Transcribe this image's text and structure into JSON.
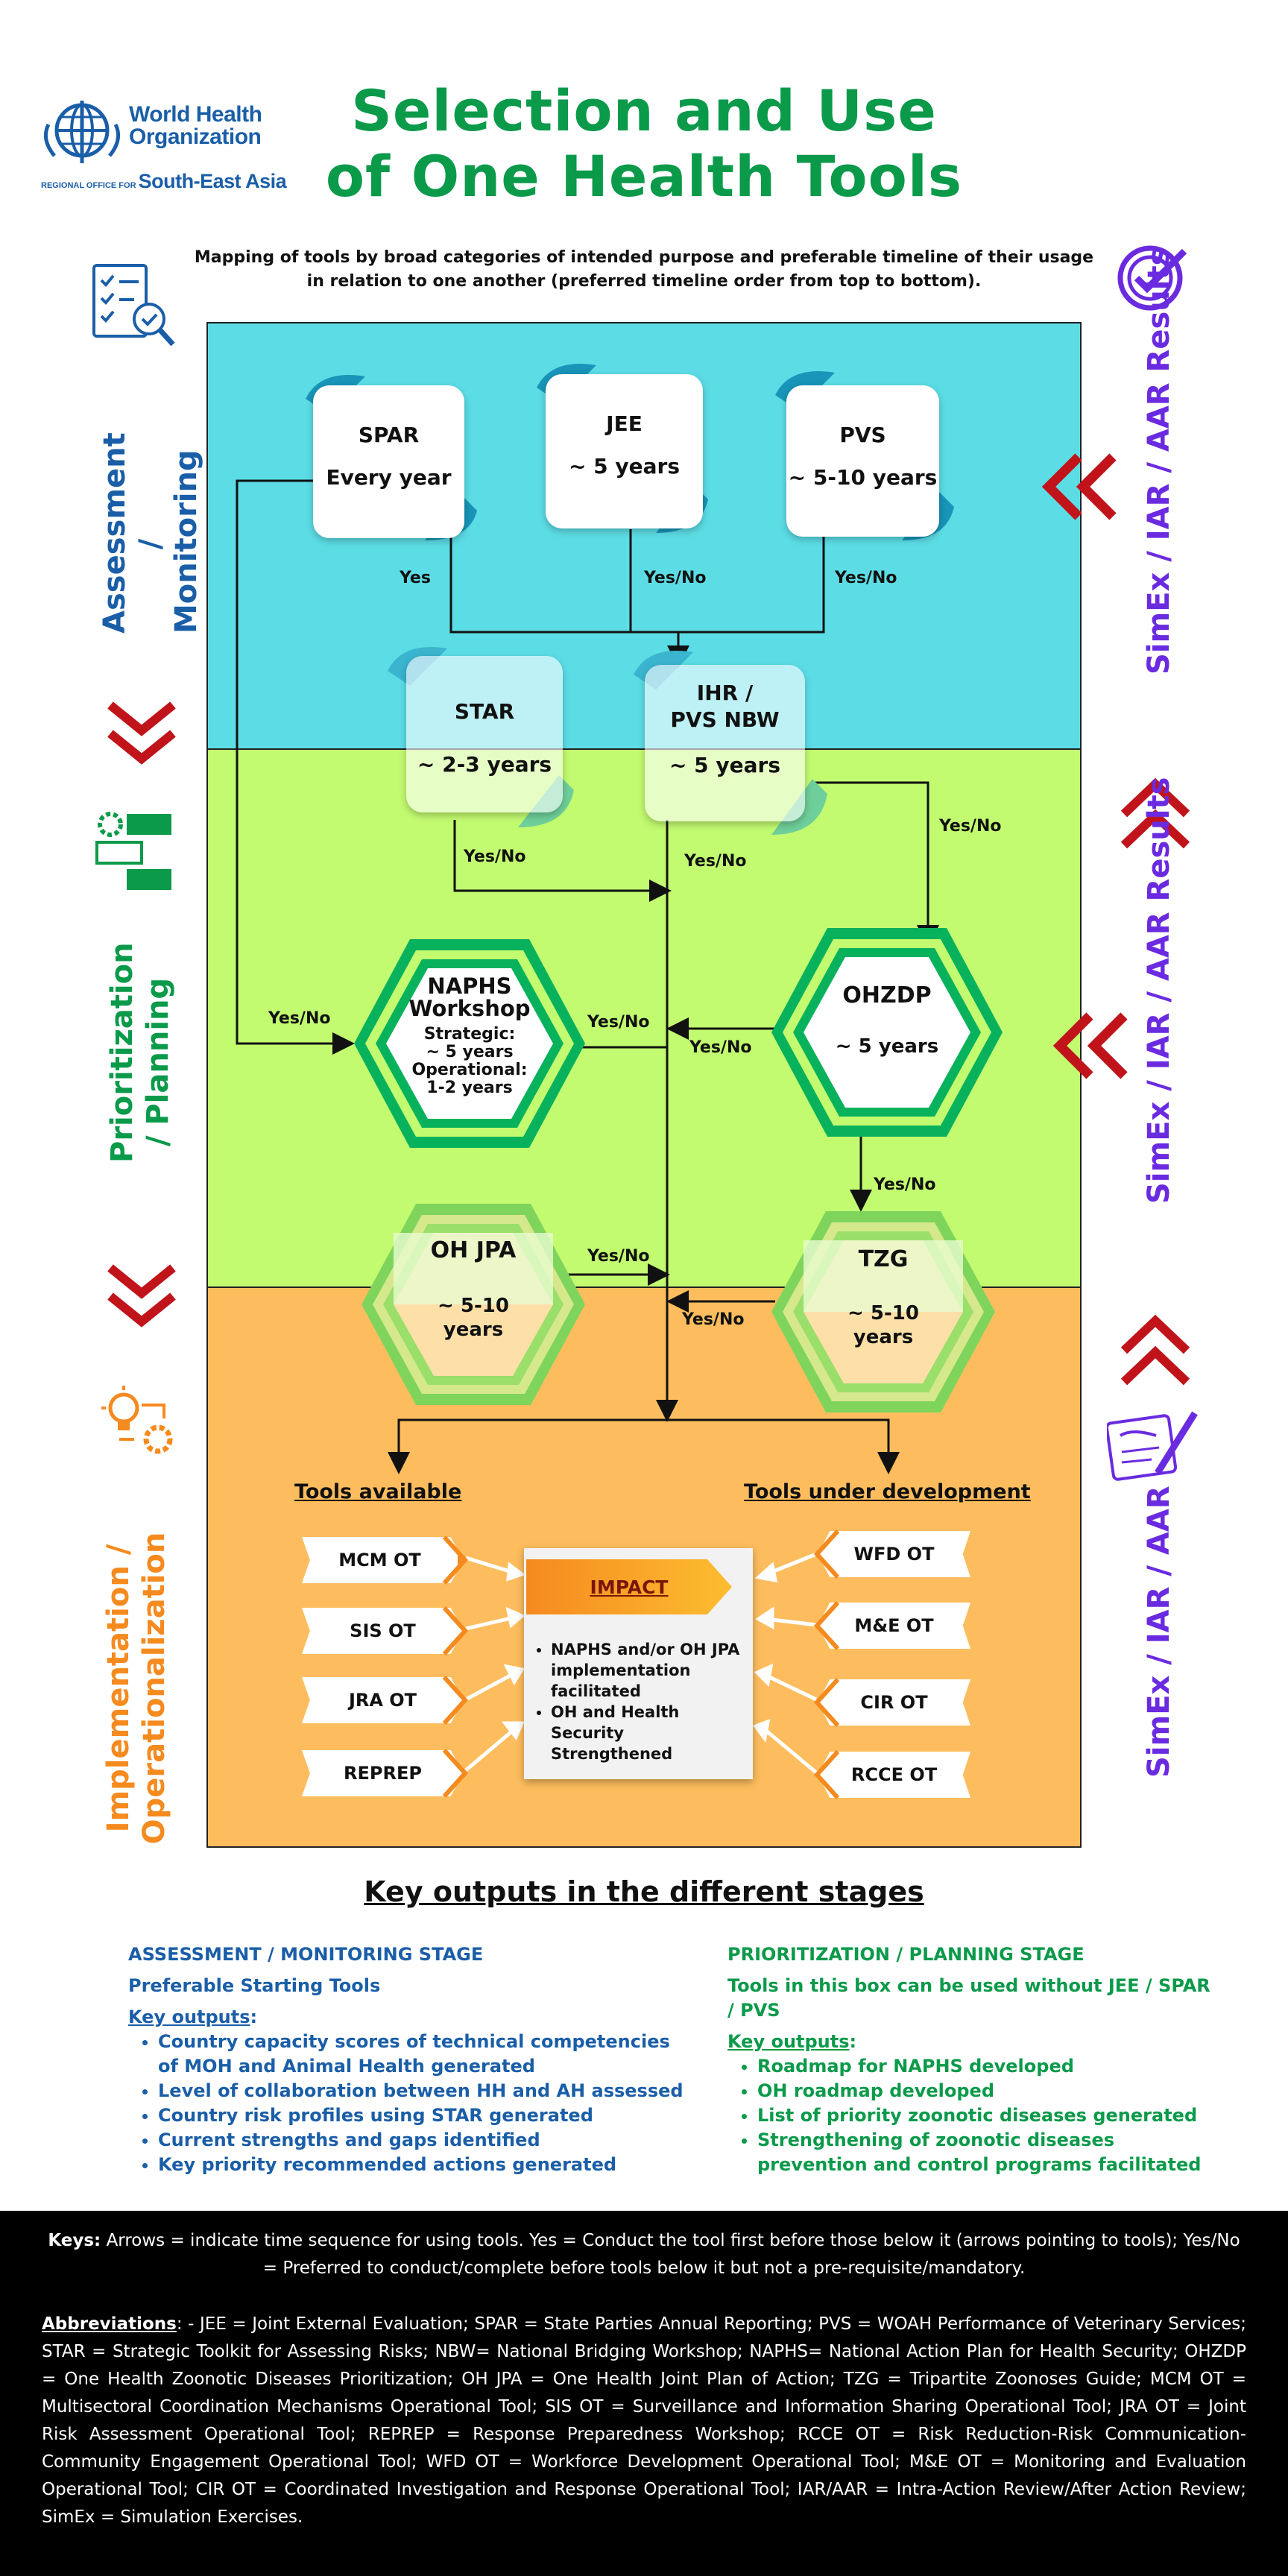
{
  "header": {
    "org_line1": "World Health",
    "org_line2": "Organization",
    "region_small": "REGIONAL OFFICE FOR",
    "region_big": "South-East Asia",
    "title_line1": "Selection and Use",
    "title_line2": "of One Health Tools",
    "subtitle": "Mapping of tools by broad categories of intended purpose and preferable timeline of their usage in relation to one another (preferred timeline order from top to bottom)."
  },
  "stages": {
    "assessment": "Assessment / Monitoring",
    "prioritization": "Prioritization / Planning",
    "implementation": "Implementation / Operationalization"
  },
  "side_labels": {
    "right_top": "SimEx / IAR / AAR Results",
    "right_mid": "SimEx / IAR / AAR Results",
    "right_bottom": "SimEx / IAR / AAR"
  },
  "tools": {
    "spar": {
      "name": "SPAR",
      "time": "Every year"
    },
    "jee": {
      "name": "JEE",
      "time": "~ 5 years"
    },
    "pvs": {
      "name": "PVS",
      "time": "~ 5-10 years"
    },
    "star": {
      "name": "STAR",
      "time": "~ 2-3 years"
    },
    "ihr": {
      "name1": "IHR /",
      "name2": "PVS NBW",
      "time": "~ 5 years"
    },
    "naphs": {
      "name1": "NAPHS",
      "name2": "Workshop",
      "t1": "Strategic:",
      "t2": "~ 5 years",
      "t3": "Operational:",
      "t4": "1-2 years"
    },
    "ohzdp": {
      "name": "OHZDP",
      "time": "~ 5 years"
    },
    "ohjpa": {
      "name": "OH JPA",
      "time1": "~ 5-10",
      "time2": "years"
    },
    "tzg": {
      "name": "TZG",
      "time1": "~ 5-10",
      "time2": "years"
    }
  },
  "arrows": {
    "yes": "Yes",
    "yesno": "Yes/No"
  },
  "impl": {
    "available_title": "Tools available",
    "dev_title": "Tools under development",
    "available": [
      "MCM OT",
      "SIS OT",
      "JRA OT",
      "REPREP"
    ],
    "development": [
      "WFD OT",
      "M&E OT",
      "CIR OT",
      "RCCE OT"
    ],
    "impact_title": "IMPACT",
    "impact_items": [
      "NAPHS and/or OH JPA implementation facilitated",
      "OH and Health Security Strengthened"
    ]
  },
  "key_outputs": {
    "heading": "Key outputs in the different stages",
    "left": {
      "stage": "ASSESSMENT / MONITORING STAGE",
      "sub": "Preferable Starting Tools",
      "label": "Key outputs",
      "items": [
        "Country capacity scores of technical competencies of MOH and Animal Health generated",
        "Level of collaboration between HH and AH assessed",
        "Country risk profiles using STAR generated",
        "Current strengths and gaps identified",
        "Key priority recommended actions generated"
      ]
    },
    "right": {
      "stage": "PRIORITIZATION / PLANNING STAGE",
      "sub": "Tools in this box can be used without JEE / SPAR / PVS",
      "label": "Key outputs",
      "items": [
        "Roadmap for NAPHS developed",
        "OH roadmap developed",
        "List of priority zoonotic diseases generated",
        "Strengthening of zoonotic diseases prevention and control programs facilitated"
      ]
    }
  },
  "footer": {
    "keys_label": "Keys:",
    "keys_text": "Arrows = indicate time sequence for using tools. Yes = Conduct the tool first before those below it (arrows pointing to tools); Yes/No = Preferred to conduct/complete before tools below it but not a pre-requisite/mandatory.",
    "abbr_label": "Abbreviations",
    "abbr_text": ": - JEE = Joint External Evaluation; SPAR = State Parties Annual Reporting; PVS = WOAH Performance of Veterinary Services; STAR = Strategic Toolkit for Assessing Risks; NBW= National Bridging Workshop; NAPHS= National Action Plan for Health Security; OHZDP = One Health Zoonotic Diseases Prioritization; OH JPA = One Health Joint Plan of Action; TZG = Tripartite Zoonoses Guide; MCM OT = Multisectoral Coordination Mechanisms Operational Tool; SIS OT = Surveillance and Information Sharing Operational Tool; JRA OT = Joint Risk Assessment Operational Tool; REPREP = Response Preparedness Workshop; RCCE OT = Risk Reduction-Risk Communication-Community Engagement Operational Tool; WFD OT = Workforce Development Operational Tool; M&E OT = Monitoring and Evaluation Operational Tool; CIR OT = Coordinated Investigation and Response Operational Tool; IAR/AAR = Intra-Action Review/After Action Review; SimEx = Simulation Exercises."
  },
  "colors": {
    "green": "#0a9a4a",
    "blue": "#1a5ea8",
    "purple": "#6a2be0",
    "orange": "#f58a1f",
    "red": "#c0141a",
    "cyan": "#5cdde6",
    "lime": "#c2fb70",
    "peach": "#fdbd5e"
  }
}
